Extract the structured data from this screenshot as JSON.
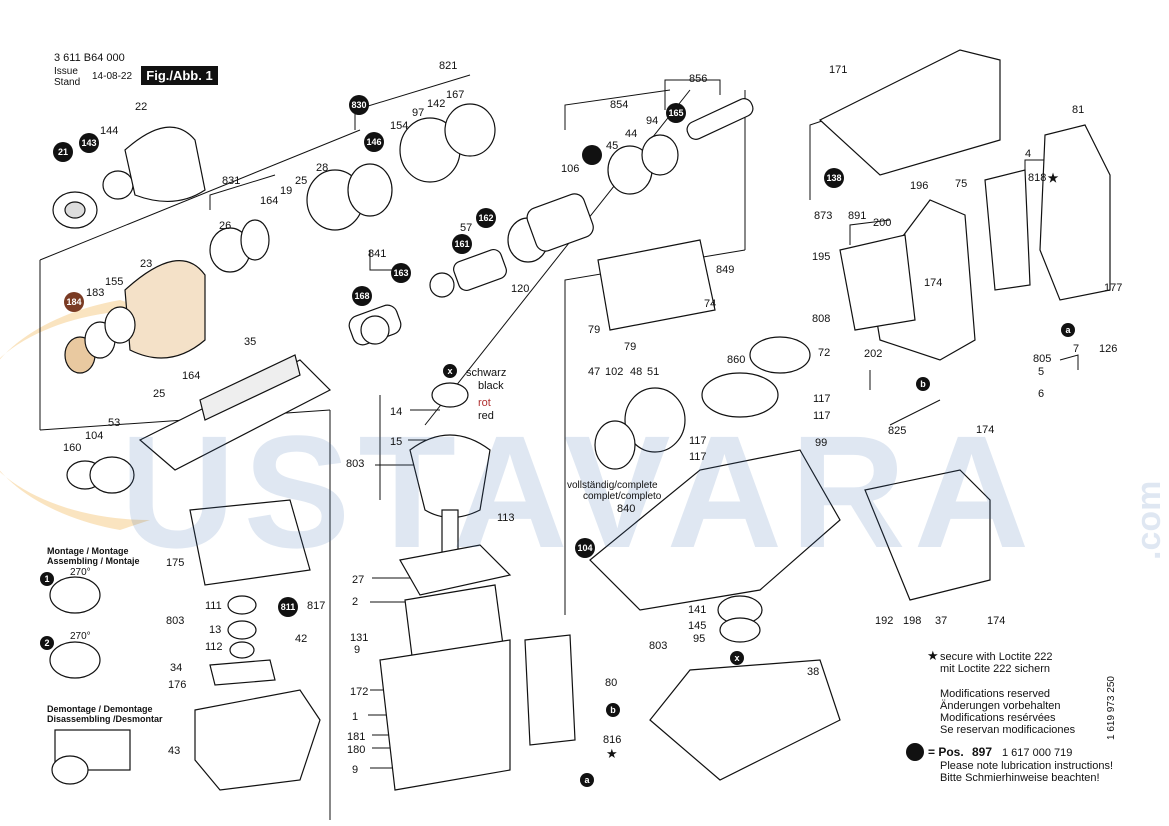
{
  "header": {
    "doc_number": "3 611 B64 000",
    "issue_label_1": "Issue",
    "issue_label_2": "Stand",
    "date": "14-08-22",
    "fig_label": "Fig./Abb. 1"
  },
  "watermark": {
    "main": "USTAVARA",
    "side": ".com"
  },
  "parts": {
    "p22": "22",
    "p144": "144",
    "p831": "831",
    "p26": "26",
    "p164a": "164",
    "p19": "19",
    "p25a": "25",
    "p28": "28",
    "p821": "821",
    "p97": "97",
    "p142": "142",
    "p167": "167",
    "p154": "154",
    "p23": "23",
    "p183": "183",
    "p155": "155",
    "p35": "35",
    "p164b": "164",
    "p25b": "25",
    "p53": "53",
    "p104": "104",
    "p841": "841",
    "p57": "57",
    "p120": "120",
    "p854": "854",
    "p106": "106",
    "p45": "45",
    "p44": "44",
    "p94": "94",
    "p856": "856",
    "p849": "849",
    "p74": "74",
    "p79a": "79",
    "p79b": "79",
    "p860": "860",
    "p72": "72",
    "p47": "47",
    "p102": "102",
    "p48": "48",
    "p51": "51",
    "p117a": "117",
    "p117b": "117",
    "p117c": "117",
    "p117d": "117",
    "p99": "99",
    "p840": "840",
    "p141": "141",
    "p145": "145",
    "p95": "95",
    "p803a": "803",
    "p803b": "803",
    "p803c": "803",
    "p14": "14",
    "p15": "15",
    "p113": "113",
    "p27": "27",
    "p2": "2",
    "p131": "131",
    "p9a": "9",
    "p172": "172",
    "p1": "1",
    "p181": "181",
    "p180": "180",
    "p9b": "9",
    "p80": "80",
    "p816": "816",
    "p38": "38",
    "p175": "175",
    "p817": "817",
    "p42": "42",
    "p111": "111",
    "p13": "13",
    "p112": "112",
    "p34": "34",
    "p176": "176",
    "p43": "43",
    "p171": "171",
    "p873": "873",
    "p891": "891",
    "p200": "200",
    "p196": "196",
    "p75": "75",
    "p4": "4",
    "p818": "818",
    "p81": "81",
    "p195": "195",
    "p174a": "174",
    "p177": "177",
    "p808": "808",
    "p202": "202",
    "p805": "805",
    "p7": "7",
    "p5": "5",
    "p126": "126",
    "p6": "6",
    "p825": "825",
    "p174b": "174",
    "p192": "192",
    "p198": "198",
    "p37": "37",
    "p174c": "174"
  },
  "callouts": {
    "c830": "830",
    "c146": "146",
    "c21": "21",
    "c143": "143",
    "c165": "165",
    "c162": "162",
    "c161": "161",
    "c163": "163",
    "c168": "168",
    "c184": "184",
    "c160": "160",
    "c138": "138",
    "c104": "104",
    "c811": "811",
    "c_x1": "x",
    "c_x2": "x",
    "c_a1": "a",
    "c_a2": "a",
    "c_b1": "b",
    "c_b2": "b",
    "c_step1": "1",
    "c_step2": "2"
  },
  "wire_labels": {
    "black_de": "schwarz",
    "black_en": "black",
    "red_de": "rot",
    "red_en": "red"
  },
  "complete_label": {
    "line1": "vollständig/complete",
    "line2": "complet/completo"
  },
  "assembly": {
    "montage_1": "Montage / Montage",
    "montage_2": "Assembling / Montaje",
    "demontage_1": "Demontage / Demontage",
    "demontage_2": "Disassembling /Desmontar",
    "angle1": "270°",
    "angle2": "270°"
  },
  "notes": {
    "loctite_en": "secure with Loctite 222",
    "loctite_de": "mit Loctite 222 sichern",
    "mod_en": "Modifications reserved",
    "mod_de": "Änderungen vorbehalten",
    "mod_fr": "Modifications resérvées",
    "mod_es": "Se reservan modificaciones",
    "pos_label": "= Pos.",
    "pos_num": "897",
    "pos_part": "1 617 000 719",
    "lube_en": "Please note lubrication instructions!",
    "lube_de": "Bitte Schmierhinweise beachten!",
    "star": "★",
    "side_number": "1 619 973 250"
  },
  "colors": {
    "ink": "#111111",
    "callout_brown": "#7a3b24",
    "watermark_blue": "#3d6fb0",
    "watermark_orange": "#f0b24a"
  }
}
